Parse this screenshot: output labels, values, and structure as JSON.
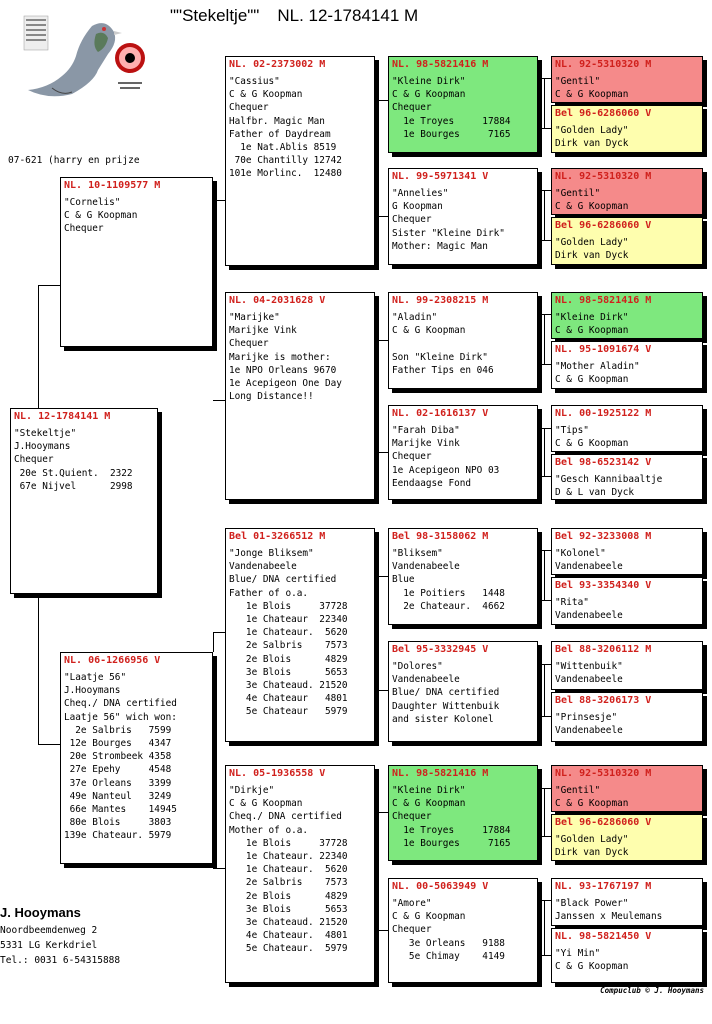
{
  "title": {
    "name": "\"\"Stekeltje\"\"",
    "ring": "NL. 12-1784141 M"
  },
  "note": "07-621 (harry en prijze",
  "breeder": {
    "name": "J. Hooymans",
    "lines": [
      "Noordbeemdenweg 2",
      "5331 LG  Kerkdriel",
      "Tel.: 0031 6-54315888"
    ]
  },
  "copyright": "Compuclub © J. Hooymans",
  "boxes": [
    {
      "id": "subject",
      "ring": "NL. 12-1784141 M",
      "lines": [
        "\"Stekeltje\"",
        "J.Hooymans",
        "Chequer",
        " 20e St.Quient.  2322",
        " 67e Nijvel      2998"
      ]
    },
    {
      "id": "sire",
      "ring": "NL. 10-1109577 M",
      "lines": [
        "\"Cornelis\"",
        "C & G Koopman",
        "Chequer"
      ]
    },
    {
      "id": "dam",
      "ring": "NL. 06-1266956 V",
      "lines": [
        "\"Laatje 56\"",
        "J.Hooymans",
        "Cheq./ DNA certified",
        "Laatje 56\" wich won:",
        "  2e Salbris   7599",
        " 12e Bourges   4347",
        " 20e Strombeek 4358",
        " 27e Epehy     4548",
        " 37e Orleans   3399",
        " 49e Nanteul   3249",
        " 66e Mantes    14945",
        " 80e Blois     3803",
        "139e Chateaur. 5979"
      ]
    },
    {
      "id": "ss",
      "ring": "NL. 02-2373002 M",
      "lines": [
        "\"Cassius\"",
        "C & G Koopman",
        "Chequer",
        "Halfbr. Magic Man",
        "Father of Daydream",
        "  1e Nat.Ablis 8519",
        " 70e Chantilly 12742",
        "101e Morlinc.  12480"
      ]
    },
    {
      "id": "sd",
      "ring": "NL. 04-2031628 V",
      "lines": [
        "\"Marijke\"",
        "Marijke Vink",
        "Chequer",
        "Marijke is mother:",
        "1e NPO Orleans 9670",
        "1e Acepigeon One Day",
        "Long Distance!!"
      ]
    },
    {
      "id": "ds",
      "ring": "Bel 01-3266512 M",
      "lines": [
        "\"Jonge Bliksem\"",
        "Vandenabeele",
        "Blue/ DNA certified",
        "Father of o.a.",
        "   1e Blois     37728",
        "   1e Chateaur  22340",
        "   1e Chateaur.  5620",
        "   2e Salbris    7573",
        "   2e Blois      4829",
        "   3e Blois      5653",
        "   3e Chateaud. 21520",
        "   4e Chateaur   4801",
        "   5e Chateaur   5979"
      ]
    },
    {
      "id": "dd",
      "ring": "NL. 05-1936558 V",
      "lines": [
        "\"Dirkje\"",
        "C & G Koopman",
        "Cheq./ DNA certified",
        "Mother of o.a.",
        "   1e Blois     37728",
        "   1e Chateaur. 22340",
        "   1e Chateaur.  5620",
        "   2e Salbris    7573",
        "   2e Blois      4829",
        "   3e Blois      5653",
        "   3e Chateaud. 21520",
        "   4e Chateaur.  4801",
        "   5e Chateaur.  5979"
      ]
    },
    {
      "id": "sss",
      "ring": "NL. 98-5821416 M",
      "color": "green",
      "lines": [
        "\"Kleine Dirk\"",
        "C & G Koopman",
        "Chequer",
        "  1e Troyes     17884",
        "  1e Bourges     7165"
      ]
    },
    {
      "id": "ssd",
      "ring": "NL. 99-5971341 V",
      "lines": [
        "\"Annelies\"",
        "G Koopman",
        "Chequer",
        "Sister \"Kleine Dirk\"",
        "Mother: Magic Man"
      ]
    },
    {
      "id": "sds",
      "ring": "NL. 99-2308215 M",
      "lines": [
        "\"Aladin\"",
        "C & G Koopman",
        "",
        "Son \"Kleine Dirk\"",
        "Father Tips en 046"
      ]
    },
    {
      "id": "sdd",
      "ring": "NL. 02-1616137 V",
      "lines": [
        "\"Farah Diba\"",
        "Marijke Vink",
        "Chequer",
        "1e Acepigeon NPO 03",
        "Eendaagse Fond"
      ]
    },
    {
      "id": "dss",
      "ring": "Bel 98-3158062 M",
      "lines": [
        "\"Bliksem\"",
        "Vandenabeele",
        "Blue",
        "  1e Poitiers   1448",
        "  2e Chateaur.  4662"
      ]
    },
    {
      "id": "dsd",
      "ring": "Bel 95-3332945 V",
      "lines": [
        "\"Dolores\"",
        "Vandenabeele",
        "Blue/ DNA certified",
        "Daughter Wittenbuik",
        "and sister Kolonel"
      ]
    },
    {
      "id": "dds",
      "ring": "NL. 98-5821416 M",
      "color": "green",
      "lines": [
        "\"Kleine Dirk\"",
        "C & G Koopman",
        "Chequer",
        "  1e Troyes     17884",
        "  1e Bourges     7165"
      ]
    },
    {
      "id": "ddd",
      "ring": "NL. 00-5063949 V",
      "lines": [
        "\"Amore\"",
        "C & G Koopman",
        "Chequer",
        "   3e Orleans   9188",
        "   5e Chimay    4149"
      ]
    },
    {
      "id": "g1",
      "ring": "NL. 92-5310320 M",
      "color": "red",
      "lines": [
        "\"Gentil\"",
        "C & G Koopman"
      ]
    },
    {
      "id": "g2",
      "ring": "Bel 96-6286060 V",
      "color": "yellow",
      "lines": [
        "\"Golden Lady\"",
        "Dirk van Dyck"
      ]
    },
    {
      "id": "g3",
      "ring": "NL. 92-5310320 M",
      "color": "red",
      "lines": [
        "\"Gentil\"",
        "C & G Koopman"
      ]
    },
    {
      "id": "g4",
      "ring": "Bel 96-6286060 V",
      "color": "yellow",
      "lines": [
        "\"Golden Lady\"",
        "Dirk van Dyck"
      ]
    },
    {
      "id": "g5",
      "ring": "NL. 98-5821416 M",
      "color": "green",
      "lines": [
        "\"Kleine Dirk\"",
        "C & G Koopman"
      ]
    },
    {
      "id": "g6",
      "ring": "NL. 95-1091674 V",
      "lines": [
        "\"Mother Aladin\"",
        "C & G Koopman"
      ]
    },
    {
      "id": "g7",
      "ring": "NL. 00-1925122 M",
      "lines": [
        "\"Tips\"",
        "C & G Koopman"
      ]
    },
    {
      "id": "g8",
      "ring": "Bel 98-6523142 V",
      "lines": [
        "\"Gesch Kannibaaltje",
        "D & L van Dyck"
      ]
    },
    {
      "id": "g9",
      "ring": "Bel 92-3233008 M",
      "lines": [
        "\"Kolonel\"",
        "Vandenabeele"
      ]
    },
    {
      "id": "g10",
      "ring": "Bel 93-3354340 V",
      "lines": [
        "\"Rita\"",
        "Vandenabeele"
      ]
    },
    {
      "id": "g11",
      "ring": "Bel 88-3206112 M",
      "lines": [
        "\"Wittenbuik\"",
        "Vandenabeele"
      ]
    },
    {
      "id": "g12",
      "ring": "Bel 88-3206173 V",
      "lines": [
        "\"Prinsesje\"",
        "Vandenabeele"
      ]
    },
    {
      "id": "g13",
      "ring": "NL. 92-5310320 M",
      "color": "red",
      "lines": [
        "\"Gentil\"",
        "C & G Koopman"
      ]
    },
    {
      "id": "g14",
      "ring": "Bel 96-6286060 V",
      "color": "yellow",
      "lines": [
        "\"Golden Lady\"",
        "Dirk van Dyck"
      ]
    },
    {
      "id": "g15",
      "ring": "NL. 93-1767197 M",
      "lines": [
        "\"Black Power\"",
        "Janssen x Meulemans"
      ]
    },
    {
      "id": "g16",
      "ring": "NL. 98-5821450 V",
      "lines": [
        "\"Yi Min\"",
        "C & G Koopman"
      ]
    }
  ]
}
